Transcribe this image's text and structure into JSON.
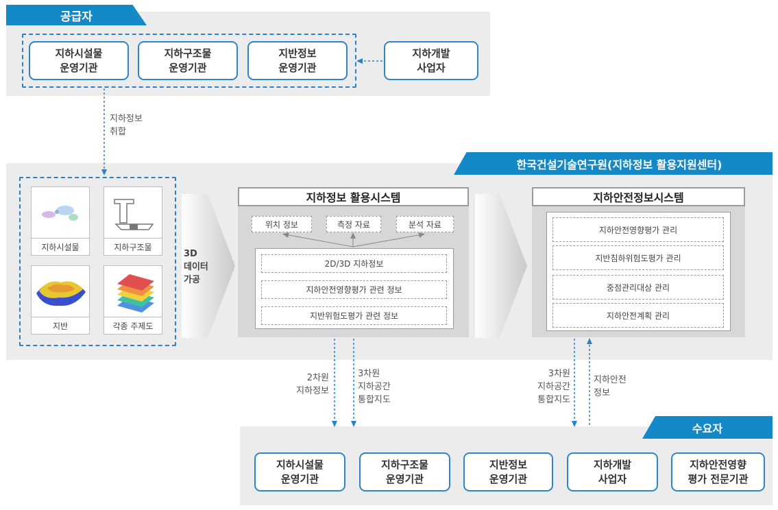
{
  "supplier": {
    "tab": "공급자",
    "orgs": [
      "지하시설물\n운영기관",
      "지하구조물\n운영기관",
      "지반정보\n운영기관",
      "지하개발\n사업자"
    ]
  },
  "collect_label": "지하정보\n취합",
  "kict_tab": "한국건설기술연구원(지하정보  활용지원센터)",
  "data_tiles": [
    "지하시설물",
    "지하구조물",
    "지반",
    "각종 주제도"
  ],
  "processing_label": "3D\n데이터\n가공",
  "utilization_system": {
    "title": "지하정보 활용시스템",
    "outputs": [
      "위치 정보",
      "측정 자료",
      "분석 자료"
    ],
    "items": [
      "2D/3D 지하정보",
      "지하안전영향평가 관련 정보",
      "지반위험도평가 관련 정보"
    ]
  },
  "safety_system": {
    "title": "지하안전정보시스템",
    "items": [
      "지하안전영향평가 관리",
      "지반침하위험도평가 관리",
      "중점관리대상 관리",
      "지하안전계획 관리"
    ]
  },
  "flows": {
    "to_demand_2d": "2차원\n지하정보",
    "to_demand_3d": "3차원\n지하공간\n통합지도",
    "to_demand_3d_b": "3차원\n지하공간\n통합지도",
    "from_demand": "지하안전\n정보"
  },
  "demand": {
    "tab": "수요자",
    "orgs": [
      "지하시설물\n운영기관",
      "지하구조물\n운영기관",
      "지반정보\n운영기관",
      "지하개발\n사업자",
      "지하안전영향\n평가 전문기관"
    ]
  },
  "colors": {
    "accent": "#1589c8",
    "band": "#ececec",
    "panel": "#d7d7d7"
  }
}
